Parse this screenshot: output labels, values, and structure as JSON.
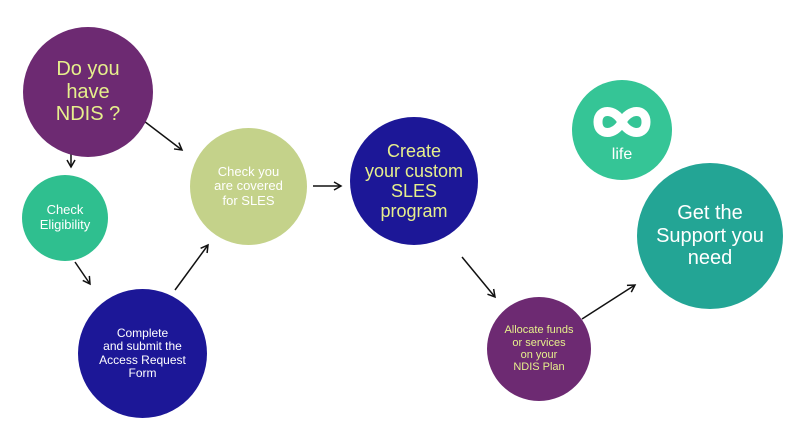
{
  "steps": {
    "ndis": "Do you\nhave\nNDIS ?",
    "eligibility": "Check\nEligibility",
    "access_request": "Complete\nand submit the\nAccess Request\nForm",
    "covered": "Check you\nare covered\nfor SLES",
    "create_program": "Create\nyour custom\nSLES\nprogram",
    "allocate": "Allocate funds\nor services\non your\nNDIS Plan",
    "support": "Get the\nSupport you\nneed"
  },
  "logo": {
    "text": "life",
    "icon": "infinity-logo-icon"
  },
  "colors": {
    "purple": "#6d2a72",
    "teal": "#2fbf8f",
    "navy": "#1c1797",
    "sage": "#c4d28a",
    "dark_teal": "#23a595",
    "yellow_text": "#e6ef8c"
  }
}
